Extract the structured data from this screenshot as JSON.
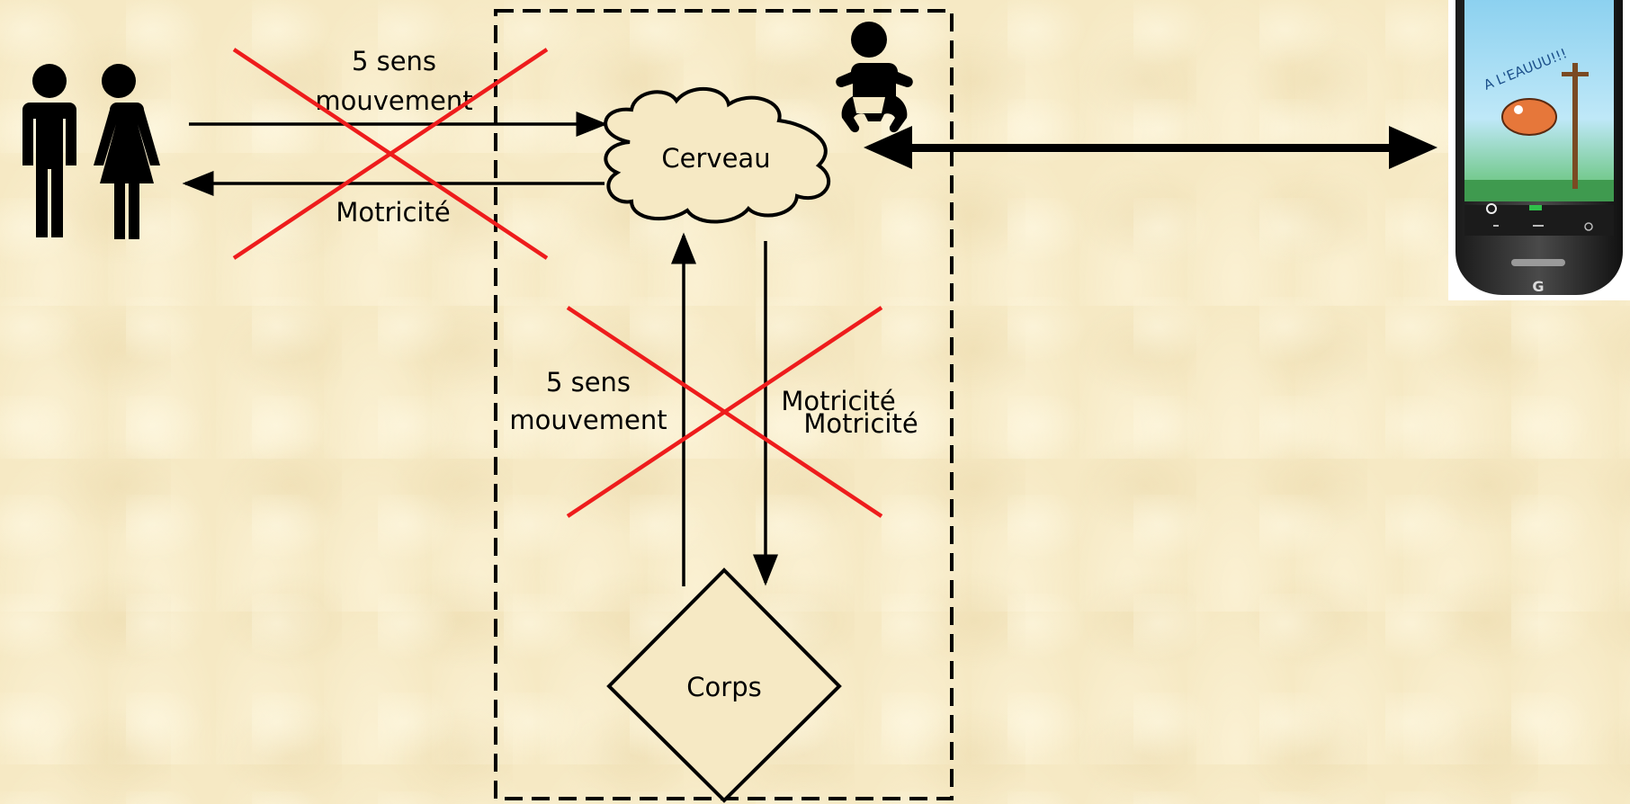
{
  "diagram": {
    "cloud_label": "Cerveau",
    "diamond_label": "Corps",
    "top_arrow_label_line1": "5 sens",
    "top_arrow_label_line2": "mouvement",
    "top_return_label": "Motricité",
    "vertical_up_label_line1": "5 sens",
    "vertical_up_label_line2": "mouvement",
    "vertical_down_label_1": "Motricité",
    "vertical_down_label_2": "Motricité",
    "phone_screen_text": "A L'EAUUU!!!",
    "phone_brand_mark": "G"
  },
  "colors": {
    "background": "#f6e9c4",
    "cross_red": "#ee1c1c",
    "line_black": "#000000"
  },
  "icons": [
    "couple-icon",
    "baby-icon",
    "phone-image"
  ]
}
